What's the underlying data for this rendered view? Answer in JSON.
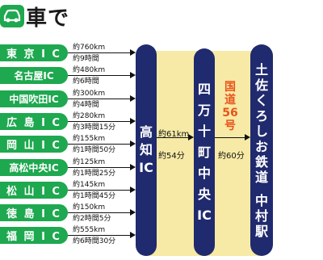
{
  "header": {
    "title": "車で",
    "icon": "car-icon"
  },
  "origins": [
    {
      "name": "東 京 I C",
      "distance": "約760km",
      "time": "約9時間"
    },
    {
      "name": "名古屋IC",
      "distance": "約480km",
      "time": "約6時間"
    },
    {
      "name": "中国吹田IC",
      "distance": "約300km",
      "time": "約4時間"
    },
    {
      "name": "広 島 I C",
      "distance": "約280km",
      "time": "約3時間15分"
    },
    {
      "name": "岡 山 I C",
      "distance": "約155km",
      "time": "約1時間50分"
    },
    {
      "name": "高松中央IC",
      "distance": "約125km",
      "time": "約1時間25分"
    },
    {
      "name": "松 山 I C",
      "distance": "約145km",
      "time": "約1時間45分"
    },
    {
      "name": "徳 島 I C",
      "distance": "約150km",
      "time": "約2時間5分"
    },
    {
      "name": "福 岡 I C",
      "distance": "約555km",
      "time": "約6時間30分"
    }
  ],
  "hub1": {
    "chars": [
      "高",
      "知",
      "IC"
    ]
  },
  "leg1": {
    "distance": "約61km",
    "time": "約54分"
  },
  "hub2": {
    "chars": [
      "四",
      "万",
      "十",
      "町",
      "中",
      "央",
      "IC"
    ]
  },
  "route": {
    "chars": [
      "国",
      "道",
      "56",
      "号"
    ]
  },
  "leg2": {
    "time": "約60分"
  },
  "destination": {
    "chars": [
      "土",
      "佐",
      "く",
      "ろ",
      "し",
      "お",
      "鉄",
      "道",
      "",
      "中",
      "村",
      "駅"
    ]
  },
  "colors": {
    "green": "#1ea84f",
    "navy": "#202a6e",
    "band": "#f7eaa6",
    "route": "#e8541c"
  }
}
